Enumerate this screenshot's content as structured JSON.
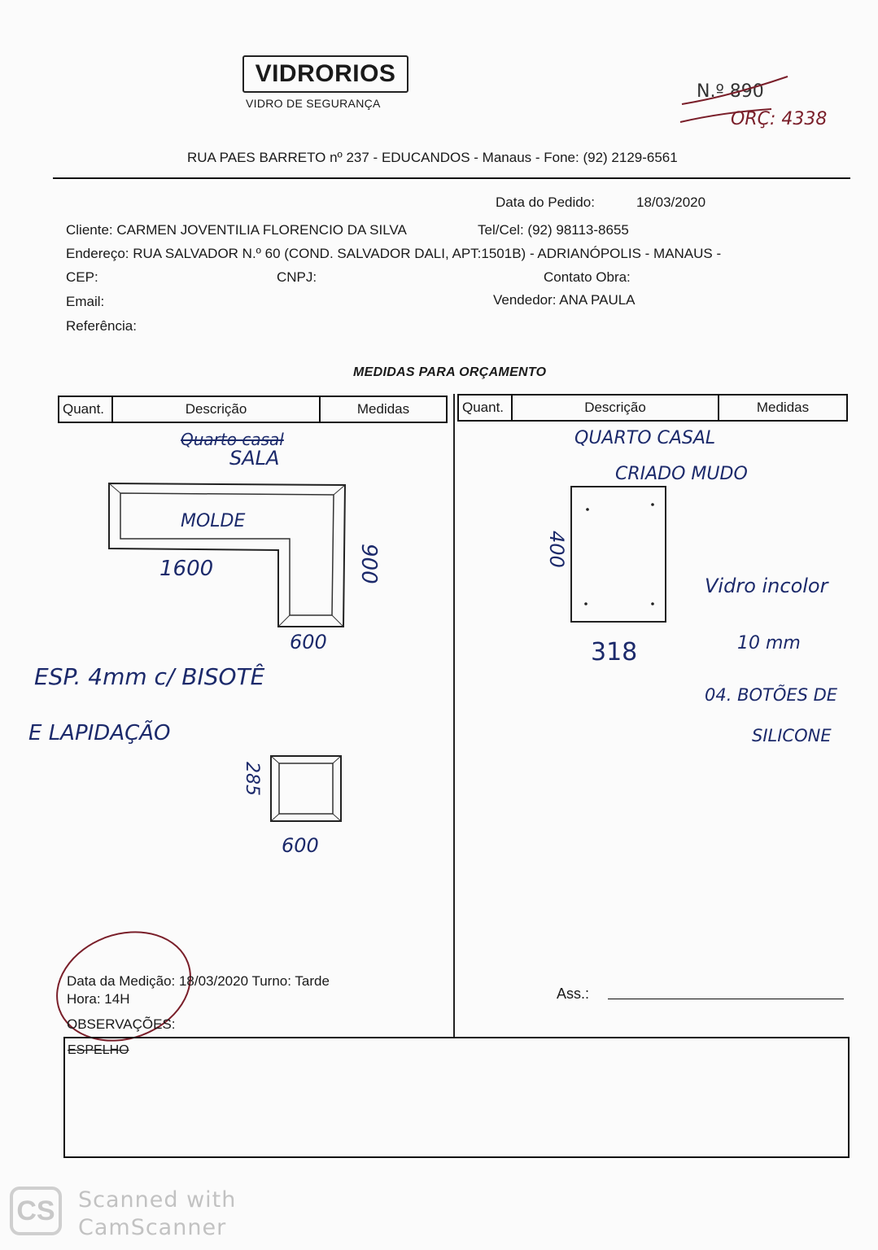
{
  "header": {
    "brand": "VIDRORIOS",
    "tagline": "VIDRO DE SEGURANÇA",
    "number_label": "N.º 890",
    "orc_note": "ORÇ: 4338",
    "address_line": "RUA PAES BARRETO nº 237 - EDUCANDOS - Manaus - Fone: (92) 2129-6561"
  },
  "order": {
    "date_label": "Data do Pedido:",
    "date_value": "18/03/2020",
    "client": "Cliente: CARMEN JOVENTILIA FLORENCIO DA SILVA",
    "phone": "Tel/Cel: (92) 98113-8655",
    "address": "Endereço: RUA SALVADOR  N.º 60 (COND. SALVADOR DALI, APT:1501B) - ADRIANÓPOLIS - MANAUS -",
    "cep": "CEP:",
    "cnpj": "CNPJ:",
    "contact": "Contato Obra:",
    "email": "Email:",
    "seller": "Vendedor: ANA PAULA",
    "reference": "Referência:"
  },
  "section_title": "MEDIDAS PARA ORÇAMENTO",
  "table_headers": {
    "quant": "Quant.",
    "desc": "Descrição",
    "medidas": "Medidas"
  },
  "left_notes": {
    "struck_label": "Quarto casal",
    "room": "SALA",
    "molde": "MOLDE",
    "w1": "1600",
    "h1": "900",
    "w2": "600",
    "spec1": "ESP. 4mm c/ BISOTÊ",
    "spec2": "E LAPIDAÇÃO",
    "h3": "285",
    "w3": "600"
  },
  "right_notes": {
    "room": "QUARTO CASAL",
    "item": "CRIADO MUDO",
    "h": "400",
    "w": "318",
    "glass": "Vidro incolor",
    "thickness": "10 mm",
    "buttons": "04. BOTÕES DE",
    "silicone": "SILICONE"
  },
  "footer": {
    "measure_date": "Data da Medição: 18/03/2020  Turno: Tarde",
    "time": "Hora: 14H",
    "obs_label": "OBSERVAÇÕES:",
    "obs_value": "ESPELHO",
    "signature_label": "Ass.:"
  },
  "watermark": {
    "logo": "CS",
    "line1": "Scanned with",
    "line2": "CamScanner"
  }
}
